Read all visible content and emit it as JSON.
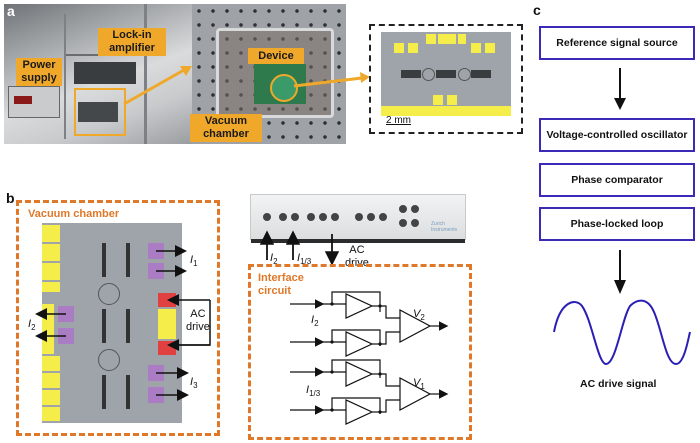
{
  "panel_a": {
    "letter": "a",
    "labels": {
      "lockin": "Lock-in\namplifier",
      "power": "Power\nsupply",
      "device": "Device",
      "vacuum": "Vacuum\nchamber"
    },
    "scale_bar": "2 mm"
  },
  "panel_b": {
    "letter": "b",
    "vacuum_title": "Vacuum chamber",
    "interface_title": "Interface\ncircuit",
    "ac_drive": "AC\ndrive",
    "ac_drive_device": "AC\ndrive",
    "i1": "I",
    "i1_sub": "1",
    "i2": "I",
    "i2_sub": "2",
    "i3": "I",
    "i3_sub": "3",
    "i13": "I",
    "i13_sub": "1/3",
    "v1": "V",
    "v1_sub": "1",
    "v2": "V",
    "v2_sub": "2",
    "instrument_brand": "Zurich\nInstruments"
  },
  "panel_c": {
    "letter": "c",
    "boxes": [
      "Reference signal source",
      "Voltage-controlled oscillator",
      "Phase comparator",
      "Phase-locked loop"
    ],
    "output_label": "AC drive signal"
  },
  "colors": {
    "label_orange": "#f0a82b",
    "dash_orange": "#e0782a",
    "flow_border": "#3b2ab8",
    "sine": "#2a1fb5",
    "pad_yellow": "#f5ee4a",
    "pad_purple": "#a97cc4",
    "pad_red": "#e04040"
  }
}
